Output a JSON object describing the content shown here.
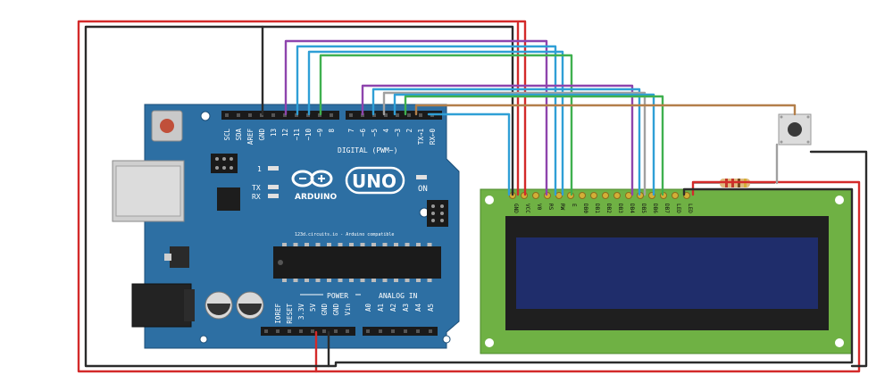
{
  "arduino": {
    "brand": "ARDUINO",
    "model": "UNO",
    "site": "123d.circuits.io - Arduino compatible",
    "digital_label": "DIGITAL (PWM~)",
    "power_label": "POWER",
    "analog_label": "ANALOG IN",
    "on_label": "ON",
    "led_l": "1",
    "led_tx": "TX",
    "led_rx": "RX",
    "top_header_labels": [
      "SCL",
      "SDA",
      "AREF",
      "GND",
      "13",
      "12",
      "~11",
      "~10",
      "~9",
      "8",
      "7",
      "~6",
      "~5",
      "4",
      "~3",
      "2",
      "TX→1",
      "RX←0"
    ],
    "power_header_labels": [
      "IOREF",
      "RESET",
      "3.3V",
      "5V",
      "GND",
      "GND",
      "Vin"
    ],
    "analog_header_labels": [
      "A0",
      "A1",
      "A2",
      "A3",
      "A4",
      "A5"
    ]
  },
  "lcd": {
    "pin_labels": [
      "GND",
      "VCC",
      "V0",
      "RS",
      "RW",
      "E",
      "DB0",
      "DB1",
      "DB2",
      "DB3",
      "DB4",
      "DB5",
      "DB6",
      "DB7",
      "LED",
      "LED"
    ]
  },
  "colors": {
    "board": "#2d6fa3",
    "lcd_pcb": "#6fb144",
    "lcd_screen": "#1f2d6b",
    "wire_red": "#d32a2a",
    "wire_black": "#2b2b2b",
    "wire_purple": "#8e44ad",
    "wire_blue": "#2f9fd6",
    "wire_green": "#3fb04f",
    "wire_brown": "#b37f4a",
    "wire_gray": "#a0a0a0"
  }
}
